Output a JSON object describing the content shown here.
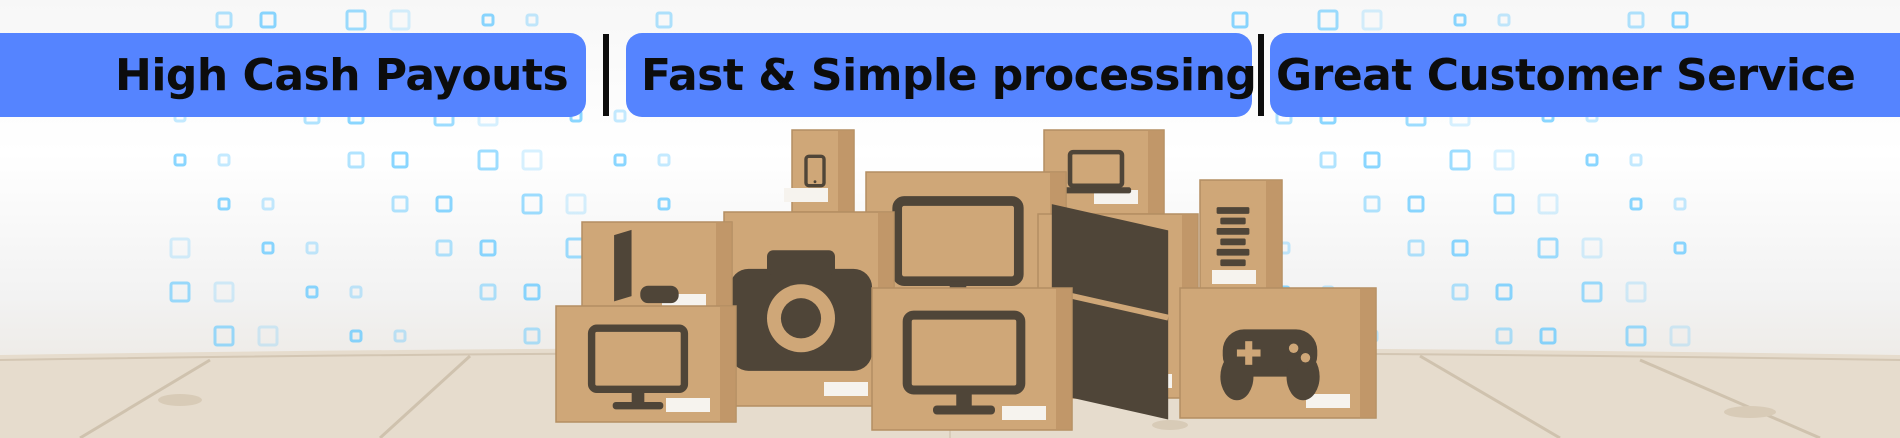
{
  "banner": {
    "items": [
      {
        "label": "High Cash Payouts"
      },
      {
        "label": "Fast & Simple processing"
      },
      {
        "label": "Great Customer Service"
      }
    ]
  },
  "colors": {
    "bar_blue": "#5584ff",
    "text": "#0c0c0c",
    "divider": "#0d0d0d",
    "box_cardboard": "#cfa778",
    "box_icon": "#4f4538",
    "floor": "#e6dccd",
    "square_pattern": "#5fc7ff"
  },
  "illustration": {
    "box_icons": [
      "tablet-icon",
      "laptop-icon",
      "monitor-icon",
      "game-console-icon",
      "camera-icon",
      "computer-tower-icon",
      "camera-lens-icon",
      "game-controller-icon"
    ]
  }
}
